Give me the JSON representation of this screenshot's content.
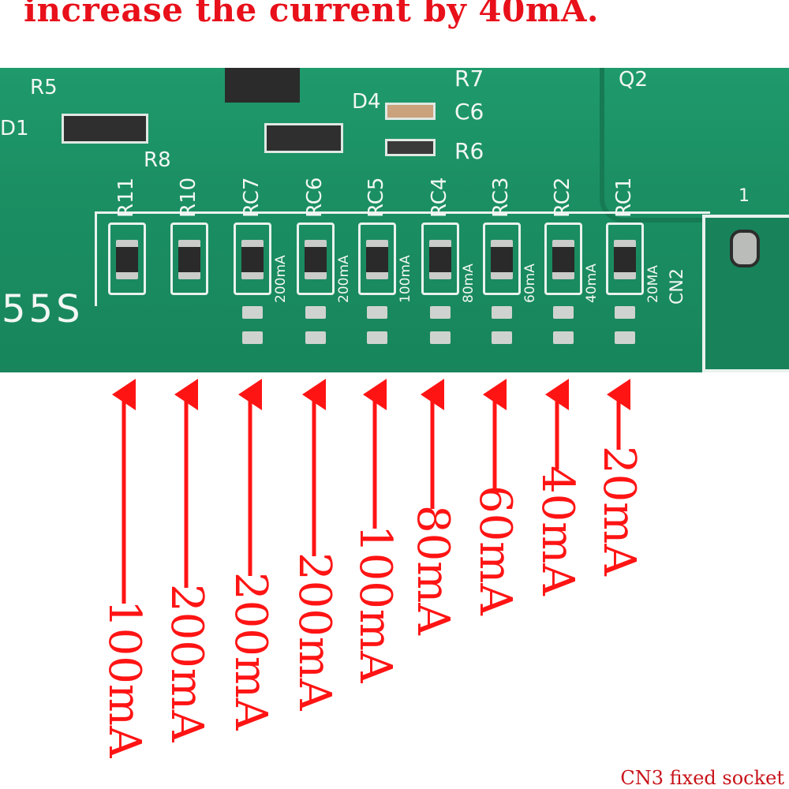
{
  "headline": "increase the current by 40mA.",
  "board": {
    "top_labels": [
      "R5",
      "D1",
      "R8",
      "D4",
      "R7",
      "C6",
      "R6",
      "Q2",
      "1"
    ],
    "model_fragment": "55S",
    "connector_label": "CN2",
    "resistors": [
      {
        "ref": "R11",
        "silk_value": ""
      },
      {
        "ref": "R10",
        "silk_value": ""
      },
      {
        "ref": "RC7",
        "silk_value": "200mA"
      },
      {
        "ref": "RC6",
        "silk_value": "200mA"
      },
      {
        "ref": "RC5",
        "silk_value": "100mA"
      },
      {
        "ref": "RC4",
        "silk_value": "80mA"
      },
      {
        "ref": "RC3",
        "silk_value": "60mA"
      },
      {
        "ref": "RC2",
        "silk_value": "40mA"
      },
      {
        "ref": "RC1",
        "silk_value": "20MA"
      }
    ]
  },
  "arrows": [
    "100mA",
    "200mA",
    "200mA",
    "200mA",
    "100mA",
    "80mA",
    "60mA",
    "40mA",
    "20mA"
  ],
  "caption": "CN3 fixed socket",
  "colors": {
    "pcb": "#1b8f63",
    "annotation": "#ff1414",
    "silkscreen": "#f2f7f4"
  }
}
